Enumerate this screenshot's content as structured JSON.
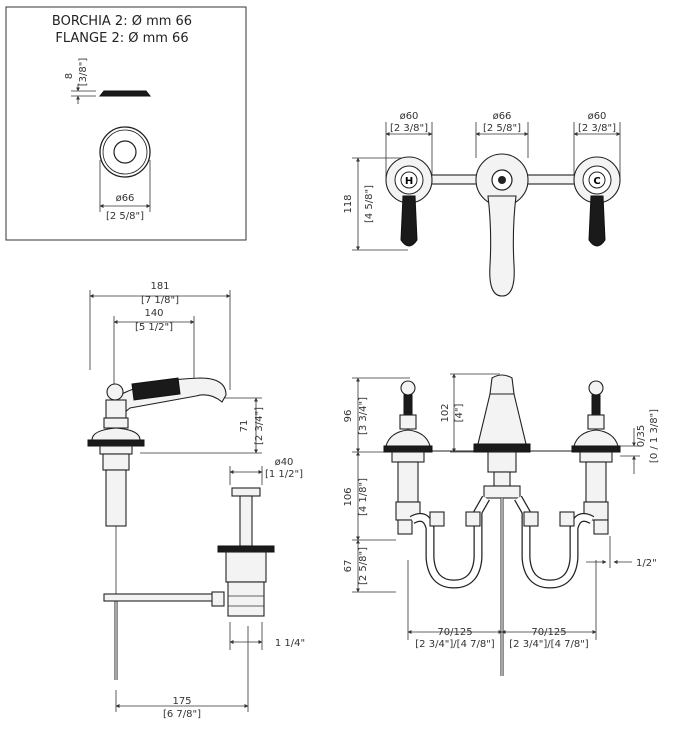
{
  "inset": {
    "title_it": "BORCHIA 2: Ø mm 66",
    "title_en": "FLANGE 2: Ø mm 66",
    "thickness_mm": "8",
    "thickness_in": "[3/8\"]",
    "dia_mm": "ø66",
    "dia_in": "[2 5/8\"]"
  },
  "front": {
    "left_dia_mm": "ø60",
    "left_dia_in": "[2 3/8\"]",
    "center_dia_mm": "ø66",
    "center_dia_in": "[2 5/8\"]",
    "right_dia_mm": "ø60",
    "right_dia_in": "[2 3/8\"]",
    "height_mm": "118",
    "height_in": "[4 5/8\"]",
    "hot_mark": "H",
    "cold_mark": "C"
  },
  "side": {
    "total_len_mm": "181",
    "total_len_in": "[7 1/8\"]",
    "reach_mm": "140",
    "reach_in": "[5 1/2\"]",
    "spout_h_mm": "71",
    "spout_h_in": "[2 3/4\"]",
    "drain_dia_mm": "ø40",
    "drain_dia_in": "[1 1/2\"]",
    "drain_thread": "1 1/4\"",
    "rod_len_mm": "175",
    "rod_len_in": "[6 7/8\"]"
  },
  "rear": {
    "handle_h_mm": "96",
    "handle_h_in": "[3 3/4\"]",
    "spout_h_mm": "102",
    "spout_h_in": "[4\"]",
    "deck_mm": "0/35",
    "deck_in": "[0 / 1 3/8\"]",
    "body_h_mm": "106",
    "body_h_in": "[4 1/8\"]",
    "pipe_h_mm": "67",
    "pipe_h_in": "[2 5/8\"]",
    "pipe_thread": "1/2\"",
    "left_spacing_mm": "70/125",
    "left_spacing_in": "[2 3/4\"]/[4 7/8\"]",
    "right_spacing_mm": "70/125",
    "right_spacing_in": "[2 3/4\"]/[4 7/8\"]"
  }
}
